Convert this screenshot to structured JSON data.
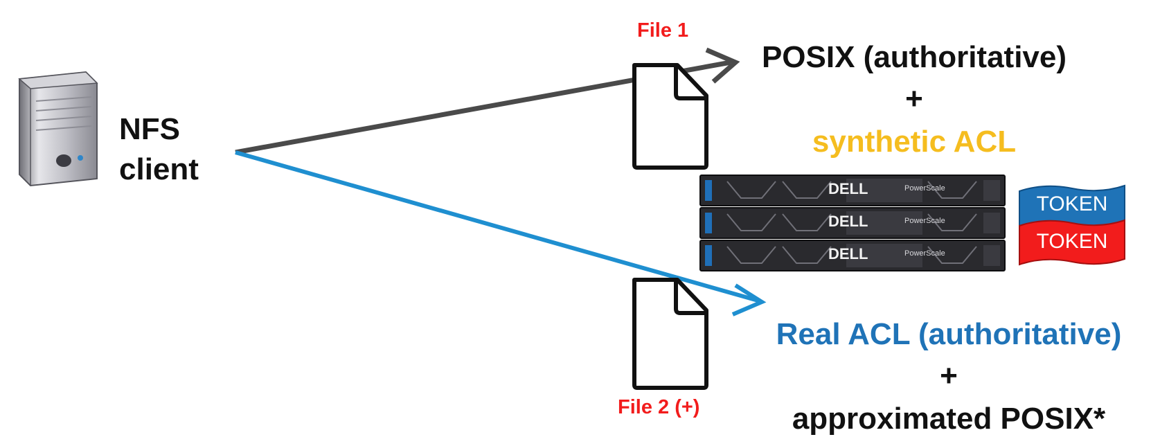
{
  "client": {
    "label_line1": "NFS",
    "label_line2": "client"
  },
  "files": {
    "file1_label": "File 1",
    "file2_label": "File 2 (+)"
  },
  "file1_perms": {
    "primary": "POSIX (authoritative)",
    "plus": "+",
    "secondary": "synthetic ACL"
  },
  "file2_perms": {
    "primary": "Real ACL (authoritative)",
    "plus": "+",
    "secondary": "approximated POSIX*"
  },
  "cluster": {
    "brand": "DELL",
    "model": "PowerScale",
    "tokens": [
      "TOKEN",
      "TOKEN"
    ]
  },
  "colors": {
    "file_label": "#f21c1c",
    "synthetic_acl": "#f5bd1f",
    "real_acl": "#1f73b7",
    "arrow_posix": "#4a4a4a",
    "arrow_acl": "#1f8fd0",
    "token_blue": "#1f73b7",
    "token_red": "#f21c1c"
  }
}
